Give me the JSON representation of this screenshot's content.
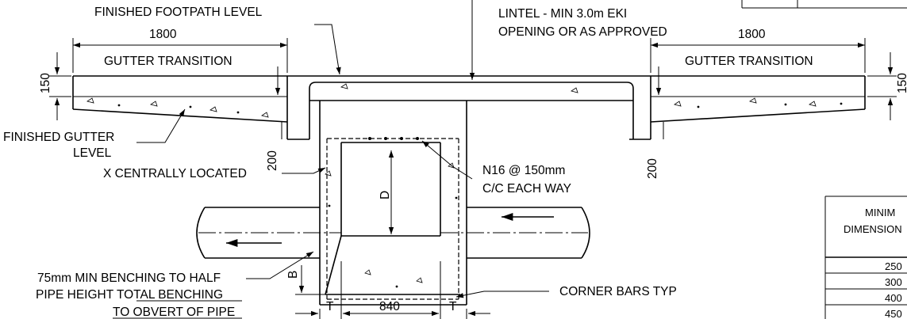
{
  "labels": {
    "finished_footpath_level": "FINISHED FOOTPATH LEVEL",
    "lintel_line1": "LINTEL - MIN 3.0m EKI",
    "lintel_line2": "OPENING OR AS APPROVED",
    "dim_left_width": "1800",
    "dim_right_width": "1800",
    "gutter_transition_left": "GUTTER TRANSITION",
    "gutter_transition_right": "GUTTER TRANSITION",
    "dim_150_left": "150",
    "dim_150_right": "150",
    "finished_gutter_line1": "FINISHED GUTTER",
    "finished_gutter_line2": "LEVEL",
    "dim_200_left": "200",
    "dim_200_right": "200",
    "x_centrally": "X CENTRALLY LOCATED",
    "dim_d": "D",
    "n16_line1": "N16 @ 150mm",
    "n16_line2": "C/C EACH WAY",
    "dim_b": "B",
    "corner_bars": "CORNER BARS TYP",
    "benching_line1": "75mm MIN BENCHING TO HALF",
    "benching_line2_a": "PIPE HEIGHT ",
    "benching_line2_b": "TOTAL BENCHING",
    "benching_line3": "TO OBVERT OF PIPE",
    "dim_t_left": "T",
    "dim_840": "840",
    "dim_t_right": "T"
  },
  "table": {
    "header_line1": "MINIM",
    "header_line2": "DIMENSION",
    "rows": [
      "250",
      "300",
      "400",
      "450"
    ]
  }
}
